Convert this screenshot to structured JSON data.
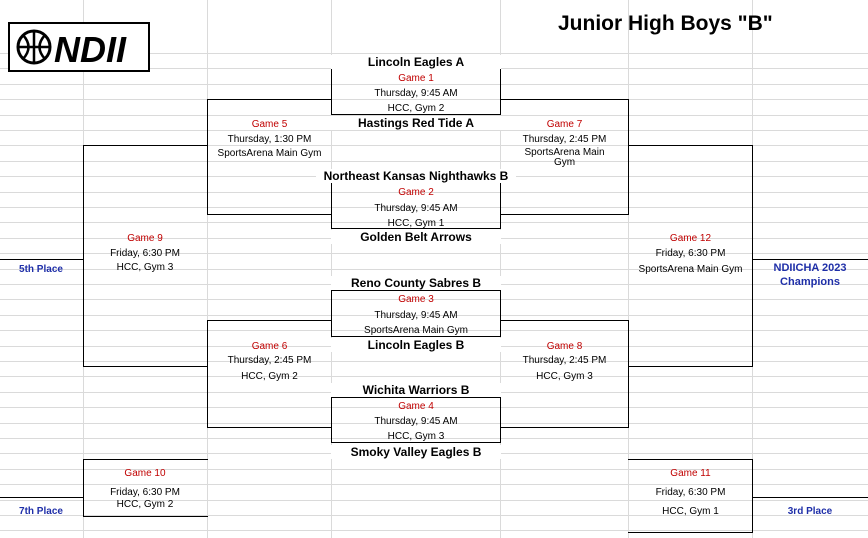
{
  "title": "Junior High Boys \"B\"",
  "logo_text": "NDII",
  "teams": {
    "t1": "Lincoln Eagles A",
    "t2": "Hastings Red Tide A",
    "t3": "Northeast Kansas Nighthawks B",
    "t4": "Golden Belt Arrows",
    "t5": "Reno County Sabres B",
    "t6": "Lincoln Eagles B",
    "t7": "Wichita Warriors B",
    "t8": "Smoky Valley Eagles B"
  },
  "games": {
    "g1": {
      "label": "Game 1",
      "time": "Thursday, 9:45 AM",
      "venue": "HCC, Gym 2"
    },
    "g2": {
      "label": "Game 2",
      "time": "Thursday, 9:45 AM",
      "venue": "HCC, Gym 1"
    },
    "g3": {
      "label": "Game 3",
      "time": "Thursday, 9:45 AM",
      "venue": "SportsArena Main Gym"
    },
    "g4": {
      "label": "Game 4",
      "time": "Thursday, 9:45 AM",
      "venue": "HCC, Gym 3"
    },
    "g5": {
      "label": "Game 5",
      "time": "Thursday, 1:30 PM",
      "venue": "SportsArena Main Gym"
    },
    "g6": {
      "label": "Game 6",
      "time": "Thursday, 2:45 PM",
      "venue": "HCC, Gym 2"
    },
    "g7": {
      "label": "Game 7",
      "time": "Thursday, 2:45 PM",
      "venue_l1": "SportsArena Main",
      "venue_l2": "Gym"
    },
    "g8": {
      "label": "Game 8",
      "time": "Thursday, 2:45 PM",
      "venue": "HCC, Gym 3"
    },
    "g9": {
      "label": "Game 9",
      "time": "Friday, 6:30 PM",
      "venue": "HCC, Gym 3"
    },
    "g10": {
      "label": "Game 10",
      "time": "Friday, 6:30 PM",
      "venue": "HCC, Gym 2"
    },
    "g11": {
      "label": "Game 11",
      "time": "Friday, 6:30 PM",
      "venue": "HCC, Gym 1"
    },
    "g12": {
      "label": "Game 12",
      "time": "Friday, 6:30 PM",
      "venue": "SportsArena Main Gym"
    }
  },
  "places": {
    "fifth": "5th Place",
    "seventh": "7th Place",
    "third": "3rd Place",
    "champ_l1": "NDIICHA 2023",
    "champ_l2": "Champions"
  }
}
